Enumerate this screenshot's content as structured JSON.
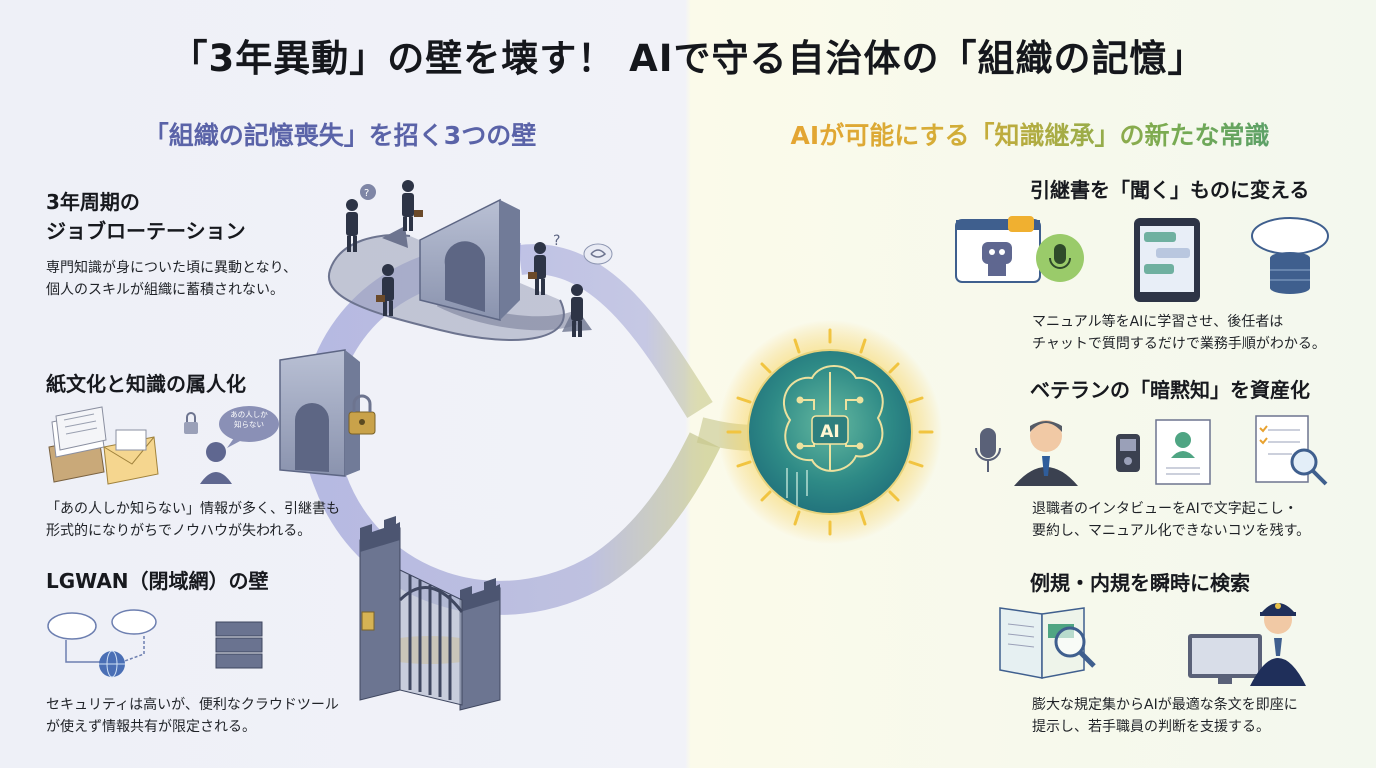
{
  "title": "「3年異動」の壁を壊す！ AIで守る自治体の「組織の記憶」",
  "left": {
    "subtitle": "「組織の記憶喪失」を招く3つの壁",
    "items": [
      {
        "heading_line1": "3年周期の",
        "heading_line2": "ジョブローテーション",
        "body": "専門知識が身についた頃に異動となり、\n個人のスキルが組織に蓄積されない。"
      },
      {
        "heading": "紙文化と知識の属人化",
        "bubble_line1": "あの人しか",
        "bubble_line2": "知らない",
        "body": "「あの人しか知らない」情報が多く、引継書も\n形式的になりがちでノウハウが失われる。"
      },
      {
        "heading": "LGWAN（閉域網）の壁",
        "body": "セキュリティは高いが、便利なクラウドツール\nが使えず情報共有が限定される。"
      }
    ]
  },
  "center": {
    "brain_label": "AI"
  },
  "right": {
    "subtitle": "AIが可能にする「知識継承」の新たな常識",
    "items": [
      {
        "heading": "引継書を「聞く」ものに変える",
        "body": "マニュアル等をAIに学習させ、後任者は\nチャットで質問するだけで業務手順がわかる。"
      },
      {
        "heading": "ベテランの「暗黙知」を資産化",
        "body": "退職者のインタビューをAIで文字起こし・\n要約し、マニュアル化できないコツを残す。"
      },
      {
        "heading": "例規・内規を瞬時に検索",
        "body": "膨大な規定集からAIが最適な条文を即座に\n提示し、若手職員の判断を支援する。"
      }
    ]
  },
  "colors": {
    "left_accent": "#5a63a8",
    "right_accent_start": "#e8a230",
    "right_accent_end": "#4f9c72",
    "ring": "#8b8fcc",
    "brain_glow": "#f6c84a"
  }
}
